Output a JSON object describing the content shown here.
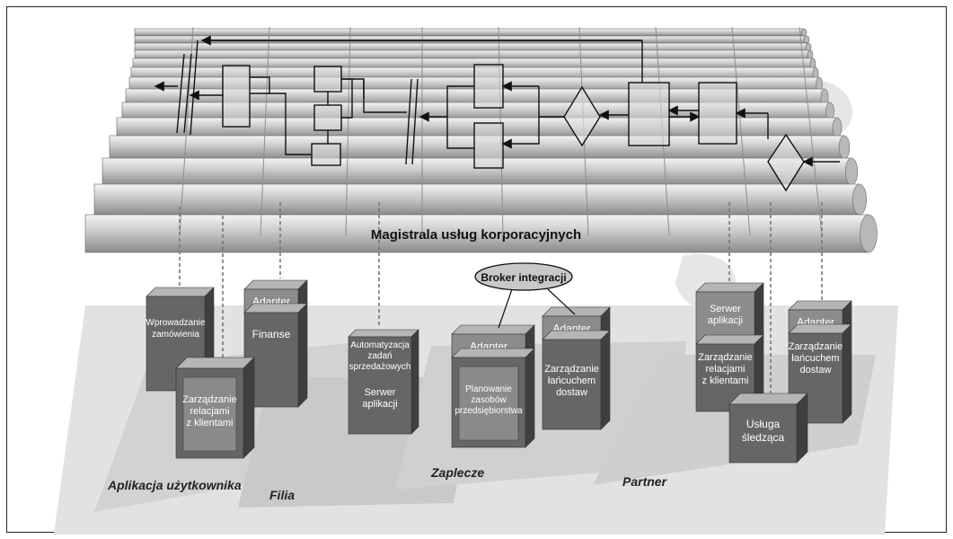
{
  "bus": {
    "label": "Magistrala usług korporacyjnych"
  },
  "broker": {
    "label": "Broker integracji"
  },
  "zones": {
    "user_app": "Aplikacja użytkownika",
    "branch": "Filia",
    "backend": "Zaplecze",
    "partner": "Partner"
  },
  "nodes": {
    "order_entry": [
      "Wprowadzanie",
      "zamówienia"
    ],
    "crm_branch": [
      "Zarządzanie",
      "relacjami",
      "z klientami"
    ],
    "finance_adapter": "Adapter",
    "finance": "Finanse",
    "sales_auto": [
      "Automatyzacja",
      "zadań",
      "sprzedażowych"
    ],
    "app_server_branch": [
      "Serwer",
      "aplikacji"
    ],
    "erp_adapter": "Adapter",
    "erp": [
      "Planowanie",
      "zasobów",
      "przedsiębiorstwa"
    ],
    "scm_adapter": "Adapter",
    "scm": [
      "Zarządzanie",
      "łańcuchem",
      "dostaw"
    ],
    "partner_app_server": [
      "Serwer",
      "aplikacji"
    ],
    "partner_crm": [
      "Zarządzanie",
      "relacjami",
      "z klientami"
    ],
    "partner_adapter": "Adapter",
    "partner_scm": [
      "Zarządzanie",
      "łańcuchem",
      "dostaw"
    ],
    "tracking": [
      "Usługa",
      "śledząca"
    ]
  }
}
